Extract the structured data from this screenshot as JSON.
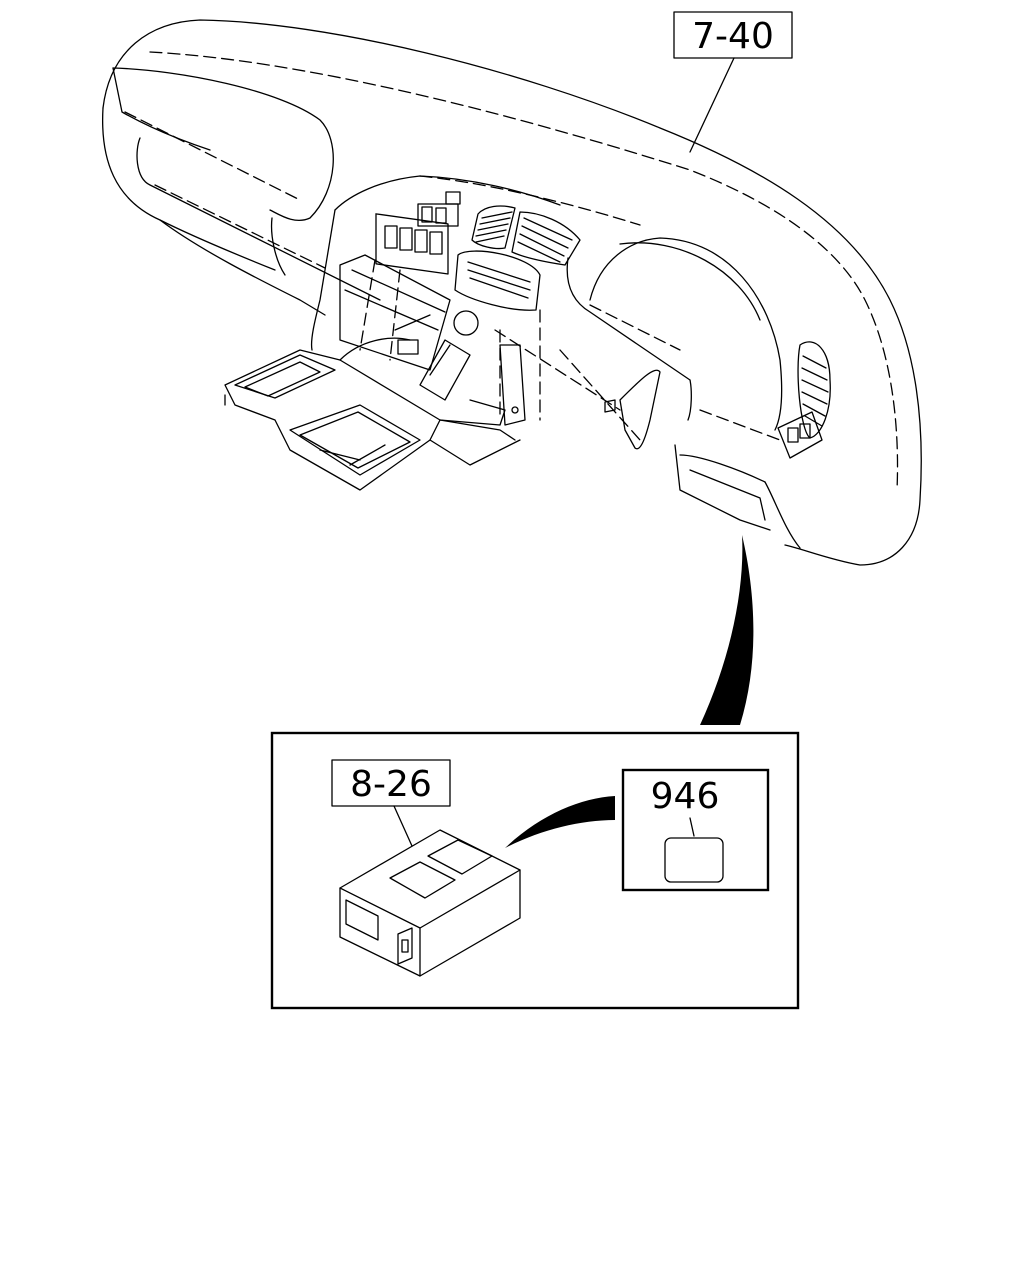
{
  "callouts": {
    "dashboard_ref": "7-40",
    "unit_ref": "8-26",
    "part_number": "946"
  }
}
